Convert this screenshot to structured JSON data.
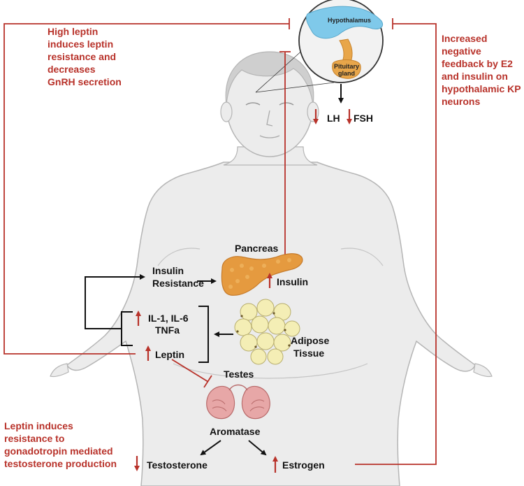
{
  "notes": {
    "top_left": [
      "High leptin",
      "induces leptin",
      "resistance and",
      "decreases",
      "GnRH secretion"
    ],
    "top_right": [
      "Increased",
      "negative",
      "feedback by E2",
      "and insulin on",
      "hypothalamic KP",
      "neurons"
    ],
    "bottom_left": [
      "Leptin induces",
      "resistance to",
      "gonadotropin mediated",
      "testosterone production"
    ]
  },
  "labels": {
    "hypothalamus": "Hypothalamus",
    "pituitary_1": "Pituitary",
    "pituitary_2": "gland",
    "lh": "LH",
    "fsh": "FSH",
    "pancreas": "Pancreas",
    "insulin_resistance_1": "Insulin",
    "insulin_resistance_2": "Resistance",
    "insulin": "Insulin",
    "cytokines_1": "IL-1, IL-6",
    "cytokines_2": "TNFa",
    "leptin": "Leptin",
    "adipose_1": "Adipose",
    "adipose_2": "Tissue",
    "testes": "Testes",
    "aromatase": "Aromatase",
    "testosterone": "Testosterone",
    "estrogen": "Estrogen"
  },
  "colors": {
    "red": "#b8322a",
    "body_fill": "#ececec",
    "body_stroke": "#b5b5b5",
    "head_fill": "#cfcfcf",
    "hypothalamus": "#7fc9ea",
    "pituitary": "#e8a64a",
    "pancreas": "#e59a3f",
    "adipose": "#f4eeb5"
  }
}
